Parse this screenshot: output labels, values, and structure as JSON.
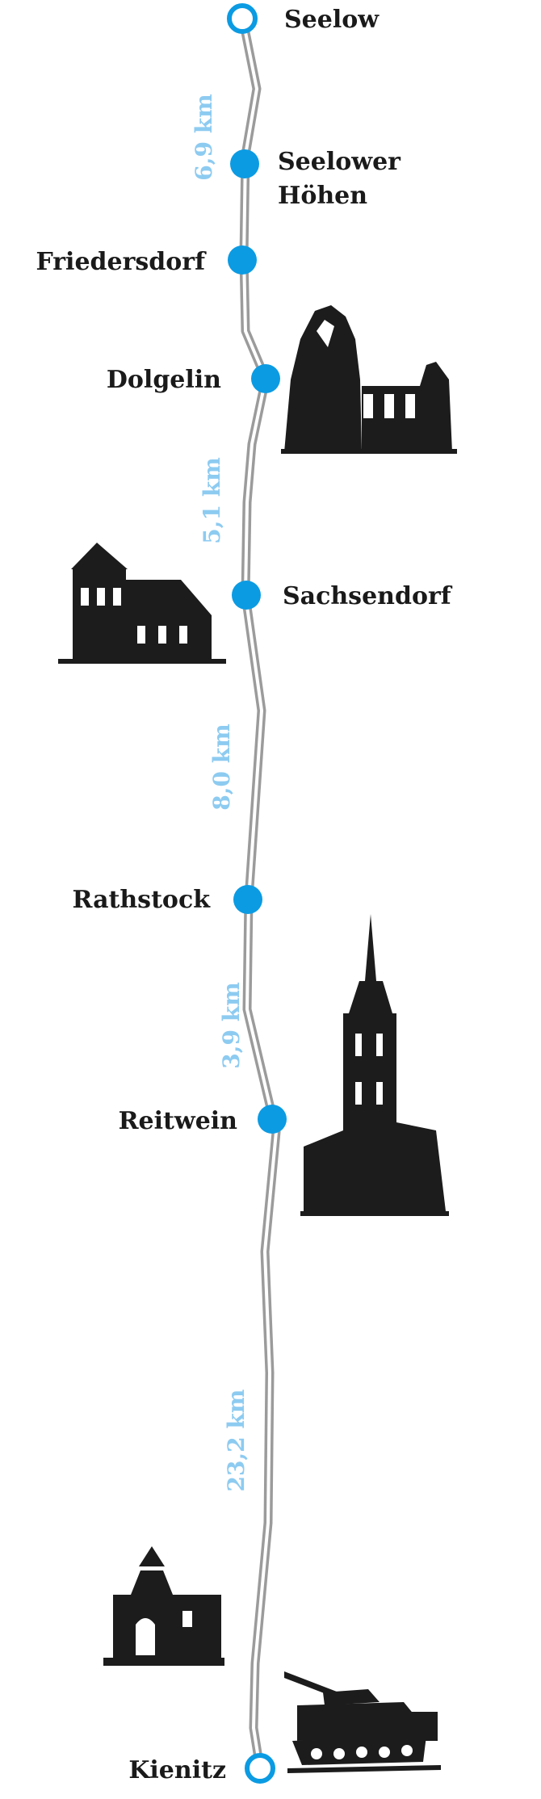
{
  "colors": {
    "stop": "#0b9be3",
    "track_outer": "#9b9b9b",
    "track_inner": "#ffffff",
    "distance": "#8dcbf1",
    "label": "#1a1a1a",
    "illustration": "#1c1c1c"
  },
  "stops": [
    {
      "id": "seelow",
      "lines": [
        "Seelow"
      ],
      "type": "terminal"
    },
    {
      "id": "seelower-hoehen",
      "lines": [
        "Seelower",
        "Höhen"
      ],
      "type": "stop"
    },
    {
      "id": "friedersdorf",
      "lines": [
        "Friedersdorf"
      ],
      "type": "stop"
    },
    {
      "id": "dolgelin",
      "lines": [
        "Dolgelin"
      ],
      "type": "stop"
    },
    {
      "id": "sachsendorf",
      "lines": [
        "Sachsendorf"
      ],
      "type": "stop"
    },
    {
      "id": "rathstock",
      "lines": [
        "Rathstock"
      ],
      "type": "stop"
    },
    {
      "id": "reitwein",
      "lines": [
        "Reitwein"
      ],
      "type": "stop"
    },
    {
      "id": "kienitz",
      "lines": [
        "Kienitz"
      ],
      "type": "terminal"
    }
  ],
  "distances": [
    "6,9 km",
    "5,1 km",
    "8,0 km",
    "3,9 km",
    "23,2 km"
  ],
  "illustrations": [
    {
      "id": "church-ruin-dolgelin",
      "icon": "church-ruin-icon"
    },
    {
      "id": "church-sachsendorf",
      "icon": "church-tower-icon"
    },
    {
      "id": "church-reitwein",
      "icon": "church-spire-icon"
    },
    {
      "id": "church-kienitz",
      "icon": "chapel-icon"
    },
    {
      "id": "tank-kienitz",
      "icon": "tank-memorial-icon"
    }
  ]
}
